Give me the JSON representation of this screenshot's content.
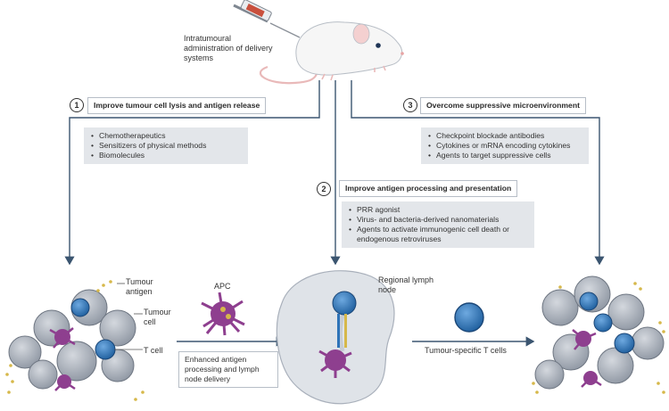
{
  "admin_label": "Intratumoural administration of delivery systems",
  "steps": [
    {
      "number": "1",
      "title": "Improve tumour cell lysis and antigen release",
      "items": [
        "Chemotherapeutics",
        "Sensitizers of physical methods",
        "Biomolecules"
      ]
    },
    {
      "number": "2",
      "title": "Improve antigen processing and presentation",
      "items": [
        "PRR agonist",
        "Virus- and bacteria-derived nanomaterials",
        "Agents to activate immunogenic cell death or endogenous retroviruses"
      ]
    },
    {
      "number": "3",
      "title": "Overcome suppressive microenvironment",
      "items": [
        "Checkpoint blockade antibodies",
        "Cytokines or mRNA encoding cytokines",
        "Agents to target suppressive cells"
      ]
    }
  ],
  "labels": {
    "tumour_antigen": "Tumour antigen",
    "tumour_cell": "Tumour cell",
    "t_cell": "T cell",
    "apc": "APC",
    "regional_lymph_node": "Regional lymph node",
    "enhanced_delivery": "Enhanced antigen processing and lymph node delivery",
    "tumour_specific_t": "Tumour-specific T cells"
  },
  "colors": {
    "arrow": "#3b5570",
    "tumour_cell": "#a9b0bb",
    "t_cell": "#2e73b8",
    "apc": "#8e3f8f",
    "antigen": "#d6b84a",
    "lymph_node": "#dfe3e8",
    "box_fill": "#e3e6ea"
  }
}
